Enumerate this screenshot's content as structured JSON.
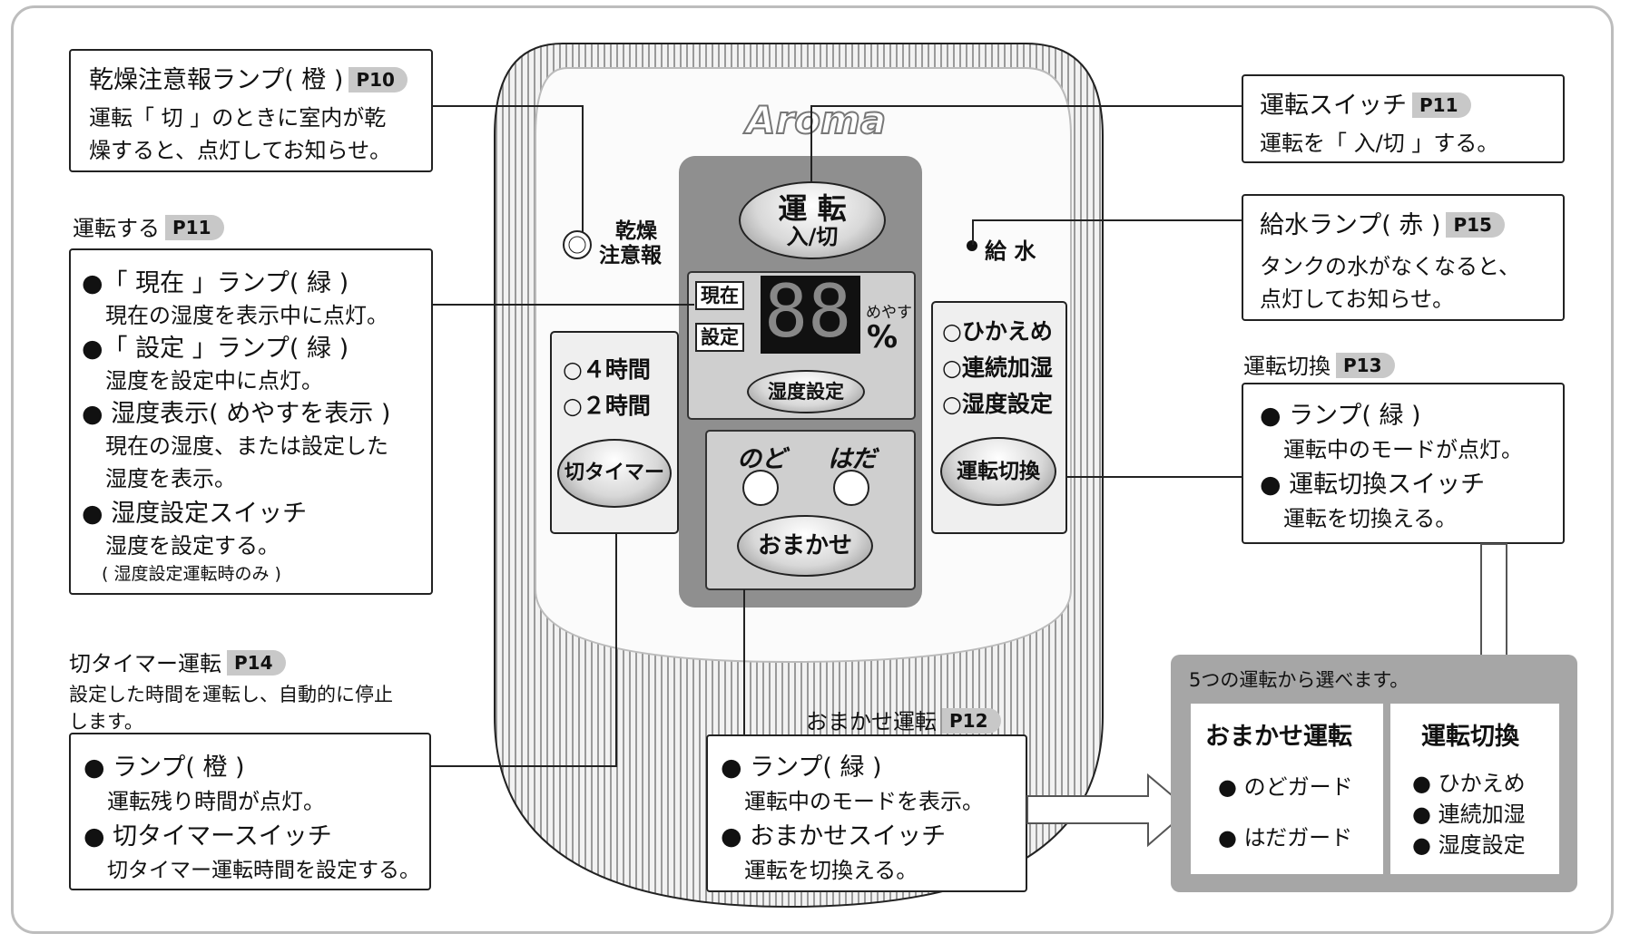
{
  "dry_lamp": {
    "title": "乾燥注意報ランプ( 橙 )",
    "page": "P10",
    "desc1": "運転「 切 」のときに室内が乾",
    "desc2": "燥すると、点灯してお知らせ。"
  },
  "run_section": {
    "title": "運転する",
    "page": "P11",
    "items": [
      {
        "head": "●「 現在 」ランプ( 緑 )",
        "desc": "現在の湿度を表示中に点灯。"
      },
      {
        "head": "●「 設定 」ランプ( 緑 )",
        "desc": "湿度を設定中に点灯。"
      },
      {
        "head": "● 湿度表示( めやすを表示 )",
        "desc": "現在の湿度、または設定した",
        "desc2": "湿度を表示。"
      },
      {
        "head": "● 湿度設定スイッチ",
        "desc": "湿度を設定する。",
        "note": "( 湿度設定運転時のみ )"
      }
    ]
  },
  "timer_section": {
    "title": "切タイマー運転",
    "page": "P14",
    "desc1": "設定した時間を運転し、自動的に停止",
    "desc2": "します。",
    "items": [
      {
        "head": "● ランプ( 橙 )",
        "desc": "運転残り時間が点灯。"
      },
      {
        "head": "● 切タイマースイッチ",
        "desc": "切タイマー運転時間を設定する。"
      }
    ]
  },
  "power_switch": {
    "title": "運転スイッチ",
    "page": "P11",
    "desc": "運転を「 入/切 」する。"
  },
  "water_lamp": {
    "title": "給水ランプ( 赤 )",
    "page": "P15",
    "desc1": "タンクの水がなくなると、",
    "desc2": "点灯してお知らせ。"
  },
  "mode_switch": {
    "title": "運転切換",
    "page": "P13",
    "items": [
      {
        "head": "● ランプ( 緑 )",
        "desc": "運転中のモードが点灯。"
      },
      {
        "head": "● 運転切換スイッチ",
        "desc": "運転を切換える。"
      }
    ]
  },
  "omakase": {
    "title": "おまかせ運転",
    "page": "P12",
    "items": [
      {
        "head": "● ランプ( 緑 )",
        "desc": "運転中のモードを表示。"
      },
      {
        "head": "● おまかせスイッチ",
        "desc": "運転を切換える。"
      }
    ]
  },
  "modes": {
    "title": "5つの運転から選べます。",
    "left": {
      "heading": "おまかせ運転",
      "items": [
        "● のどガード",
        "● はだガード"
      ]
    },
    "right": {
      "heading": "運転切換",
      "items": [
        "● ひかえめ",
        "● 連続加湿",
        "● 湿度設定"
      ]
    }
  },
  "panel": {
    "brand": "Aroma",
    "power_label1": "運 転",
    "power_label2": "入/切",
    "dry_label1": "乾燥",
    "dry_label2": "注意報",
    "water_label": "給 水",
    "now_label": "現在",
    "set_label": "設定",
    "digits": "88",
    "meyasu": "めやす",
    "percent": "%",
    "humidity_btn": "湿度設定",
    "timer_opts": [
      "○４時間",
      "○２時間"
    ],
    "timer_btn": "切タイマー",
    "throat": "のど",
    "skin": "はだ",
    "omakase_btn": "おまかせ",
    "mode_opts": [
      "○ひかえめ",
      "○連続加湿",
      "○湿度設定"
    ],
    "mode_btn": "運転切換"
  },
  "colors": {
    "line": "#222222",
    "page_badge": "#c8c8c8",
    "panel_gray": "#9a9a9a",
    "mode_bg": "#a6a6a6"
  }
}
